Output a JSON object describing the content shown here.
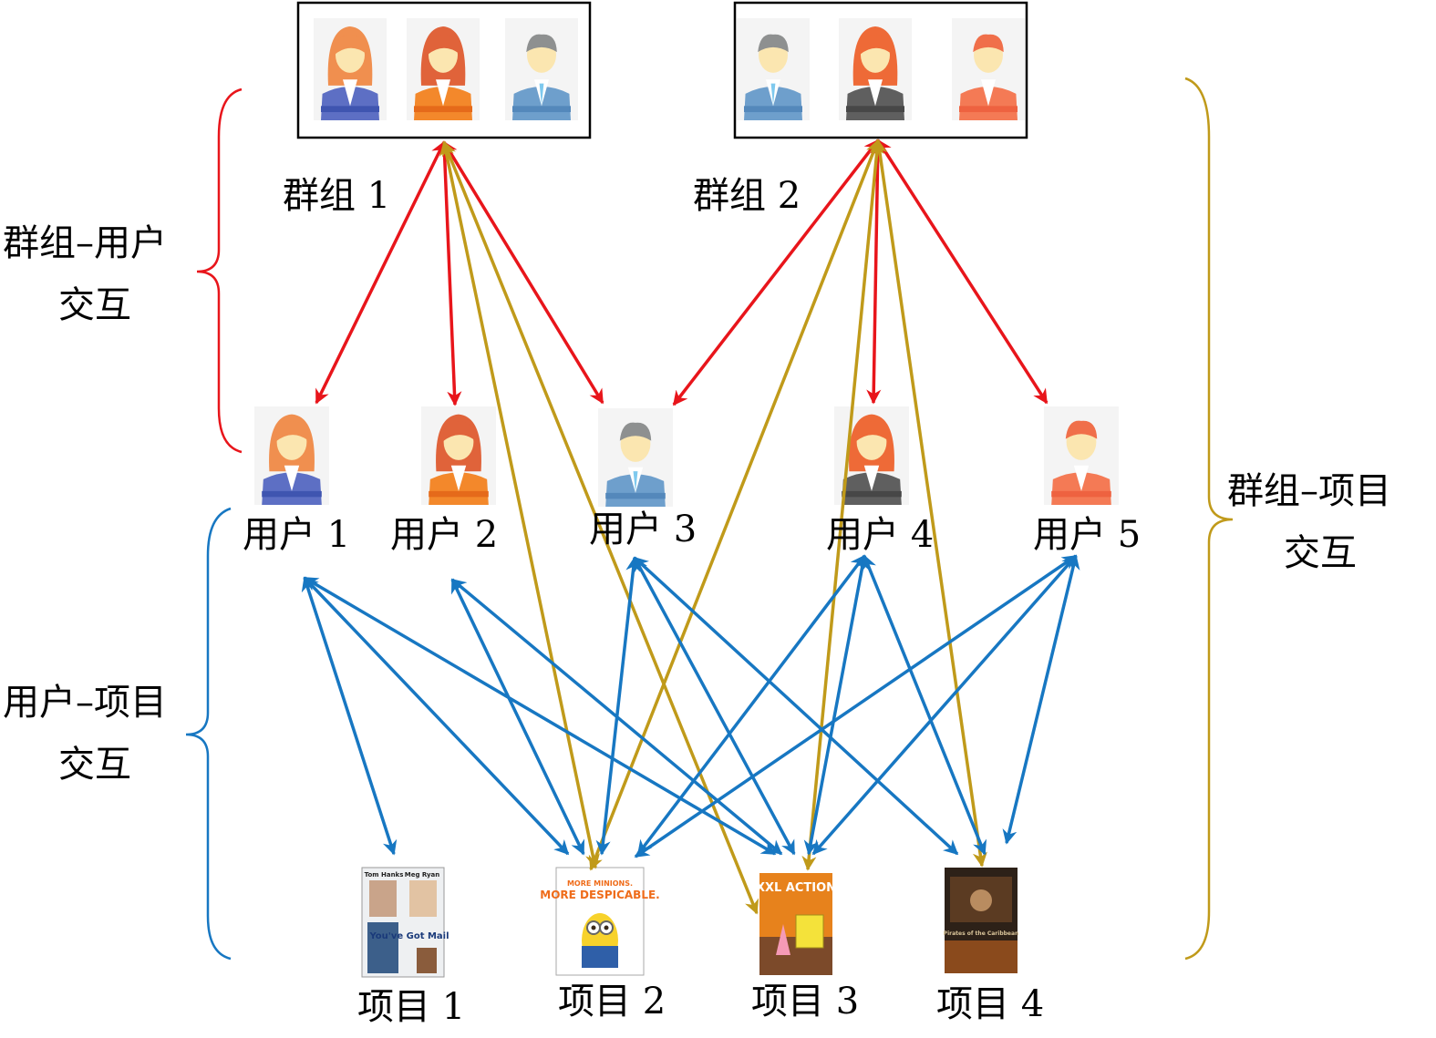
{
  "colors": {
    "group_user": "#e8151b",
    "group_item": "#c09a1a",
    "user_item": "#1777c2",
    "background": "#ffffff"
  },
  "groups": [
    {
      "label": "群组 1",
      "members": [
        "female-blue",
        "female-orange",
        "male-blue"
      ]
    },
    {
      "label": "群组 2",
      "members": [
        "male-blue",
        "female-black",
        "male-red"
      ]
    }
  ],
  "users": [
    {
      "label": "用户 1",
      "avatar": "female-blue"
    },
    {
      "label": "用户 2",
      "avatar": "female-orange"
    },
    {
      "label": "用户 3",
      "avatar": "male-blue"
    },
    {
      "label": "用户 4",
      "avatar": "female-black"
    },
    {
      "label": "用户 5",
      "avatar": "male-red"
    }
  ],
  "items": [
    {
      "label": "项目 1",
      "poster_title": "You've Got Mail",
      "poster_cast": [
        "Tom Hanks",
        "Meg Ryan"
      ]
    },
    {
      "label": "项目 2",
      "poster_title": "MORE MINIONS. MORE DESPICABLE."
    },
    {
      "label": "项目 3",
      "poster_title": "XXL ACTION"
    },
    {
      "label": "项目 4",
      "poster_title": "Pirates of the Caribbean"
    }
  ],
  "brackets": {
    "group_user": {
      "line1": "群组–用户",
      "line2": "交互"
    },
    "user_item": {
      "line1": "用户–项目",
      "line2": "交互"
    },
    "group_item": {
      "line1": "群组–项目",
      "line2": "交互"
    }
  },
  "edges": {
    "group_user": [
      [
        1,
        1
      ],
      [
        1,
        2
      ],
      [
        1,
        3
      ],
      [
        2,
        3
      ],
      [
        2,
        4
      ],
      [
        2,
        5
      ]
    ],
    "group_item": [
      [
        1,
        2
      ],
      [
        1,
        3
      ],
      [
        2,
        2
      ],
      [
        2,
        3
      ],
      [
        2,
        4
      ]
    ],
    "user_item": [
      [
        1,
        1
      ],
      [
        1,
        2
      ],
      [
        1,
        3
      ],
      [
        2,
        2
      ],
      [
        2,
        3
      ],
      [
        3,
        2
      ],
      [
        3,
        3
      ],
      [
        3,
        4
      ],
      [
        4,
        2
      ],
      [
        4,
        3
      ],
      [
        4,
        4
      ],
      [
        5,
        2
      ],
      [
        5,
        3
      ],
      [
        5,
        4
      ]
    ]
  }
}
